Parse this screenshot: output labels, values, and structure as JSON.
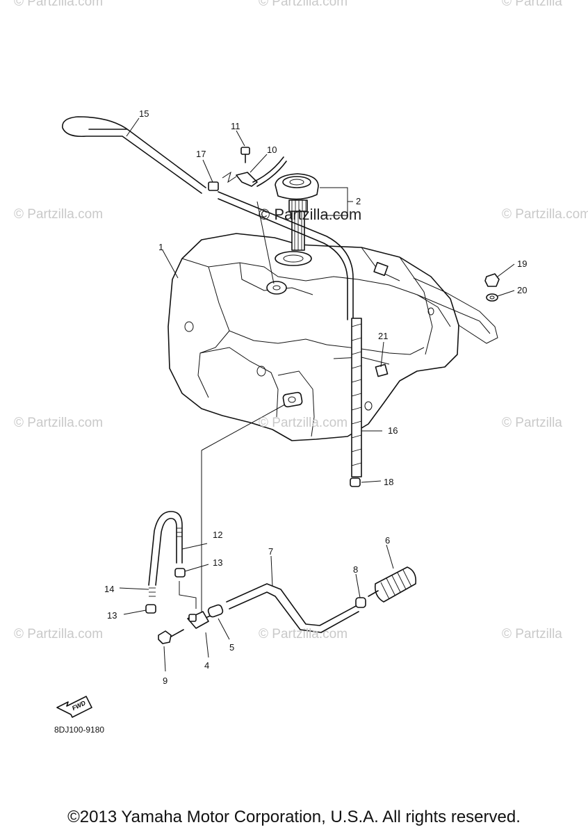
{
  "watermarks": [
    "© Partzilla.com",
    "© Partzilla.com",
    "© Partzilla",
    "© Partzilla.com",
    "© Partzilla.com",
    "© Partzilla.com",
    "© Partzilla.com",
    "© Partzilla.com",
    "© Partzilla",
    "© Partzilla.com",
    "© Partzilla.com",
    "© Partzilla"
  ],
  "callouts": {
    "c1": "1",
    "c2": "2",
    "c4": "4",
    "c5": "5",
    "c6": "6",
    "c7": "7",
    "c8": "8",
    "c9": "9",
    "c10": "10",
    "c11": "11",
    "c12": "12",
    "c13a": "13",
    "c13b": "13",
    "c14": "14",
    "c15": "15",
    "c16": "16",
    "c17": "17",
    "c18": "18",
    "c19": "19",
    "c20": "20",
    "c21": "21"
  },
  "direction_badge": "FWD",
  "diagram_code": "8DJ100-9180",
  "copyright": "©2013 Yamaha Motor Corporation, U.S.A. All rights reserved."
}
